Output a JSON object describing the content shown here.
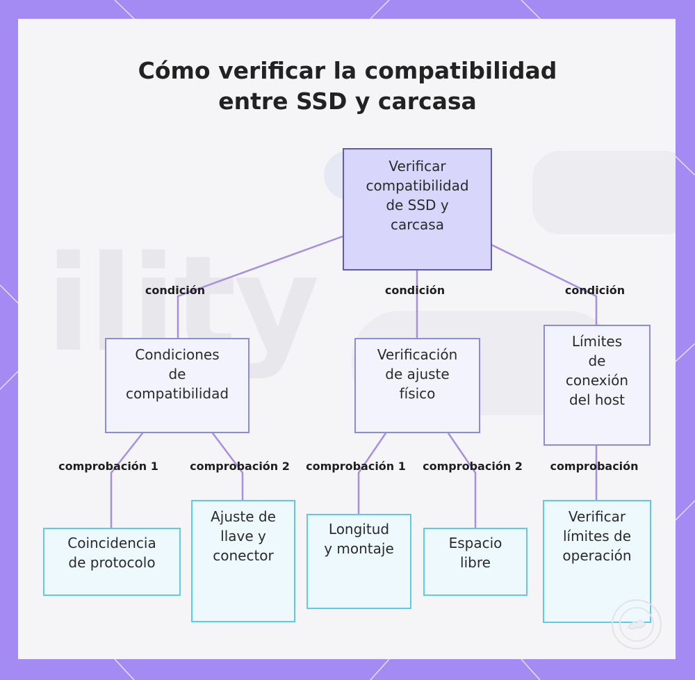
{
  "title": {
    "line1": "Cómo verificar la compatibilidad",
    "line2": "entre SSD y carcasa"
  },
  "background_text": "ility",
  "nodes": {
    "root": [
      "Verificar",
      "compatibilidad",
      "de SSD y",
      "carcasa"
    ],
    "conditions": [
      "Condiciones",
      "de",
      "compatibilidad"
    ],
    "physical_fit": [
      "Verificación",
      "de ajuste",
      "físico"
    ],
    "host_limits": [
      "Límites",
      "de",
      "conexión",
      "del host"
    ],
    "protocol_match": [
      "Coincidencia",
      "de protocolo"
    ],
    "key_connector": [
      "Ajuste de",
      "llave y",
      "conector"
    ],
    "length_mount": [
      "Longitud",
      "y montaje"
    ],
    "free_space": [
      "Espacio",
      "libre"
    ],
    "operation_limits": [
      "Verificar",
      "límites de",
      "operación"
    ]
  },
  "edge_labels": {
    "root_to_conditions": "condición",
    "root_to_physical": "condición",
    "root_to_host": "condición",
    "conditions_to_protocol": "comprobación 1",
    "conditions_to_key": "comprobación 2",
    "physical_to_length": "comprobación 1",
    "physical_to_space": "comprobación 2",
    "host_to_operation": "comprobación"
  },
  "colors": {
    "outer_background": "#a48bf3",
    "panel": "#f5f5f8",
    "root_fill": "#d8d6fb",
    "root_border": "#5b59c4",
    "mid_fill": "#f3f3fd",
    "mid_border": "#8a8cd6",
    "leaf_fill": "#eef9fd",
    "leaf_border": "#5ccbe8",
    "edge": "#a88ee0"
  }
}
